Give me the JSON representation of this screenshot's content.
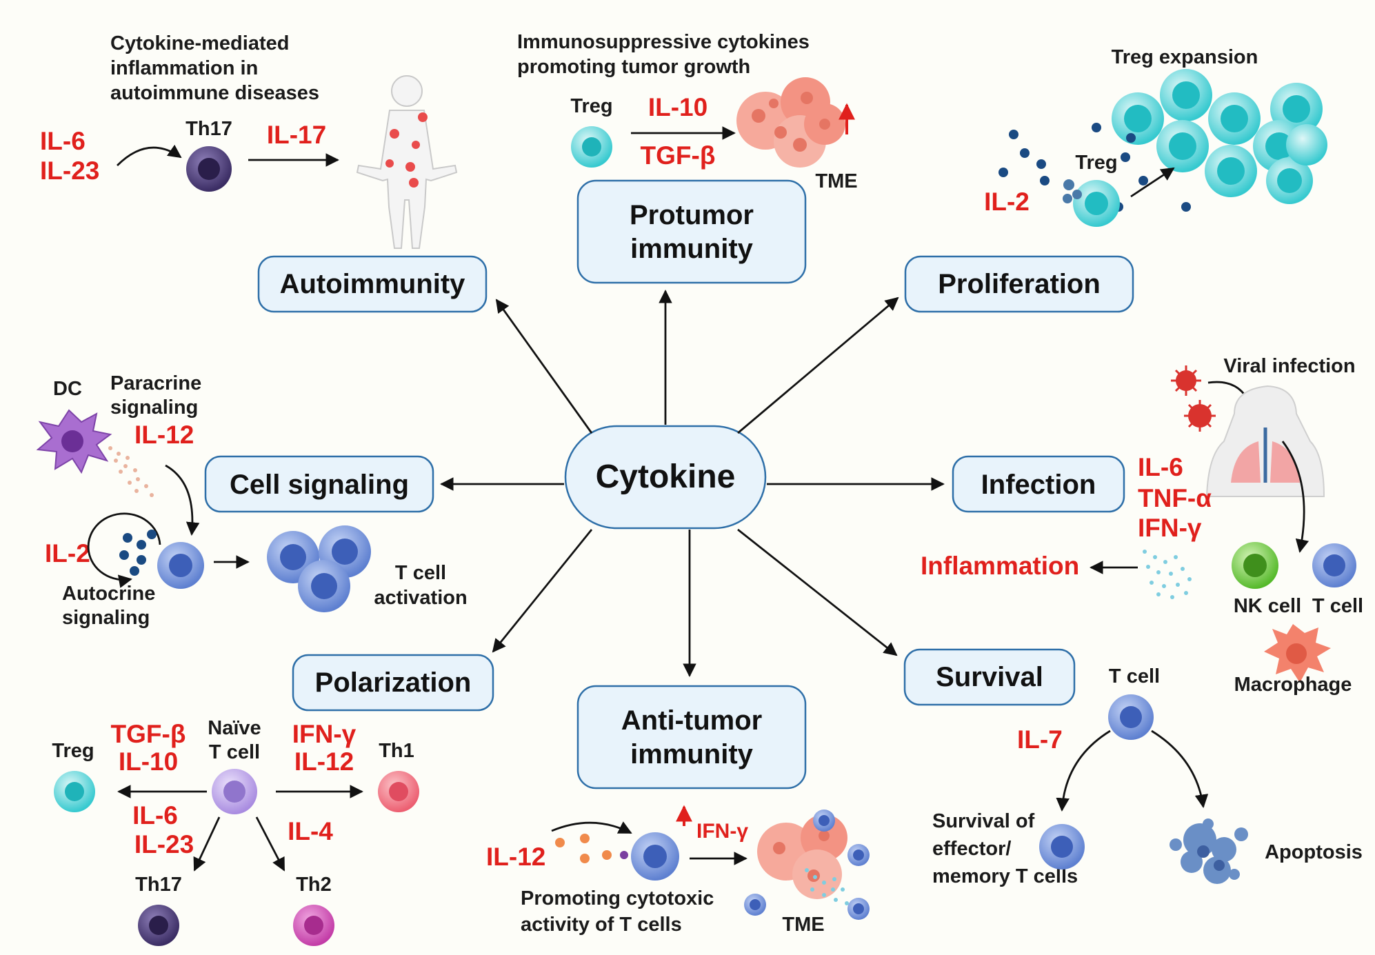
{
  "center": {
    "label": "Cytokine"
  },
  "modules": {
    "autoimmunity": "Autoimmunity",
    "protumor": [
      "Protumor",
      "immunity"
    ],
    "proliferation": "Proliferation",
    "cell_signaling": "Cell signaling",
    "infection": "Infection",
    "polarization": "Polarization",
    "antitumor": [
      "Anti-tumor",
      "immunity"
    ],
    "survival": "Survival"
  },
  "autoimmunity_panel": {
    "caption": [
      "Cytokine-mediated",
      "inflammation in",
      "autoimmune diseases"
    ],
    "inputs": [
      "IL-6",
      "IL-23"
    ],
    "cell": "Th17",
    "output": "IL-17"
  },
  "protumor_panel": {
    "caption": [
      "Immunosuppressive cytokines",
      "promoting tumor growth"
    ],
    "cell": "Treg",
    "cytokines": [
      "IL-10",
      "TGF-β"
    ],
    "target": "TME"
  },
  "proliferation_panel": {
    "title": "Treg expansion",
    "cell": "Treg",
    "cytokine": "IL-2"
  },
  "cell_signaling_panel": {
    "dc": "DC",
    "paracrine": [
      "Paracrine",
      "signaling"
    ],
    "paracrine_cytokine": "IL-12",
    "autocrine_cytokine": "IL-2",
    "autocrine": [
      "Autocrine",
      "signaling"
    ],
    "result": [
      "T cell",
      "activation"
    ]
  },
  "infection_panel": {
    "title": "Viral infection",
    "cytokines": [
      "IL-6",
      "TNF-α",
      "IFN-γ"
    ],
    "outcome": "Inflammation",
    "cells": [
      "NK cell",
      "T cell",
      "Macrophage"
    ]
  },
  "polarization_panel": {
    "source": [
      "Naïve",
      "T cell"
    ],
    "treg": {
      "cell": "Treg",
      "cytokines": [
        "TGF-β",
        "IL-10"
      ]
    },
    "th1": {
      "cell": "Th1",
      "cytokines": [
        "IFN-γ",
        "IL-12"
      ]
    },
    "th17": {
      "cell": "Th17",
      "cytokines": [
        "IL-6",
        "IL-23"
      ]
    },
    "th2": {
      "cell": "Th2",
      "cytokines": [
        "IL-4"
      ]
    }
  },
  "antitumor_panel": {
    "input": "IL-12",
    "output": "IFN-γ",
    "caption": [
      "Promoting cytotoxic",
      "activity of T cells"
    ],
    "target": "TME"
  },
  "survival_panel": {
    "cell": "T cell",
    "cytokine": "IL-7",
    "outcome_left": [
      "Survival of",
      "effector/",
      "memory T cells"
    ],
    "outcome_right": "Apoptosis"
  },
  "colors": {
    "cytokine_text": "#e0201c",
    "box_fill": "#e8f3fb",
    "box_stroke": "#2e6fa8",
    "treg": "#35c9cf",
    "t_cell": "#6f8fd8",
    "th17": "#4a3a78",
    "th1": "#ef6b7a",
    "th2": "#d34fb7",
    "naive": "#b49ae6",
    "nk_cell": "#69c93a",
    "tumor": "#f39383",
    "virus": "#d9332e",
    "macrophage": "#f3826c",
    "dc": "#9a5cc4"
  },
  "icons": [
    "human-body-icon",
    "tumor-icon",
    "virus-icon",
    "lungs-icon",
    "dendritic-cell-icon",
    "macrophage-icon",
    "apoptotic-cell-icon",
    "cytokine-dot-icon"
  ]
}
